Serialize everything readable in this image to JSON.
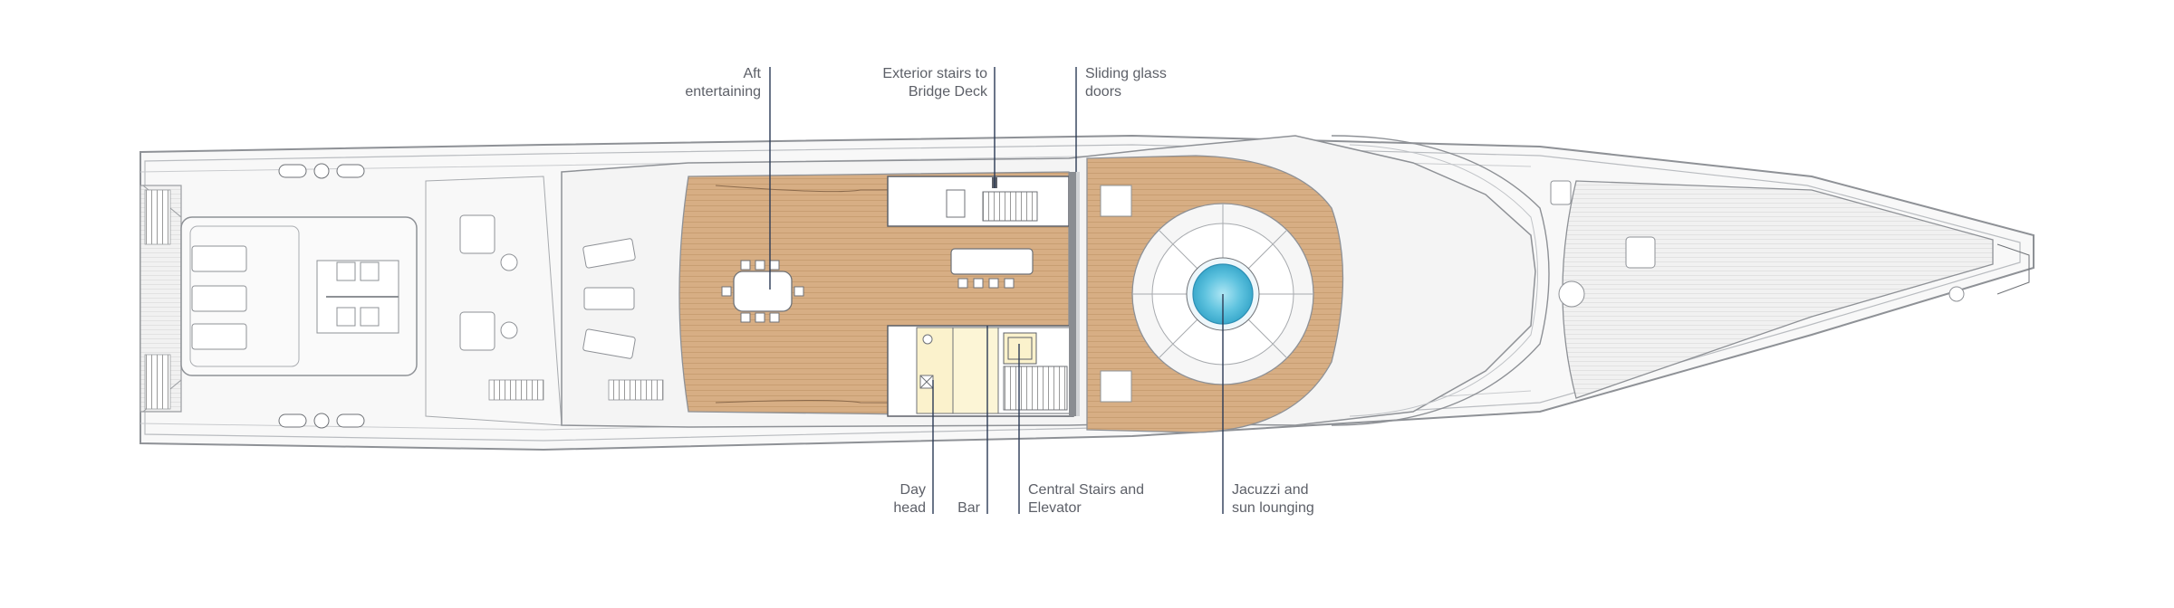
{
  "callouts": {
    "aft_entertaining": [
      "Aft",
      "entertaining"
    ],
    "exterior_stairs": [
      "Exterior stairs to",
      "Bridge Deck"
    ],
    "sliding_doors": [
      "Sliding glass",
      "doors"
    ],
    "day_head": [
      "Day",
      "head"
    ],
    "bar": [
      "Bar"
    ],
    "central_stairs": [
      "Central Stairs and",
      "Elevator"
    ],
    "jacuzzi": [
      "Jacuzzi and",
      "sun lounging"
    ]
  },
  "colors": {
    "hull_outline": "#8e9196",
    "hull_fill": "#f7f7f7",
    "teak": "#d6ae82",
    "teak_dark": "#b88b5f",
    "jacuzzi_water": "#5fc3df",
    "service_area": "#fbf2cc",
    "leader_line": "#2b3a55"
  }
}
